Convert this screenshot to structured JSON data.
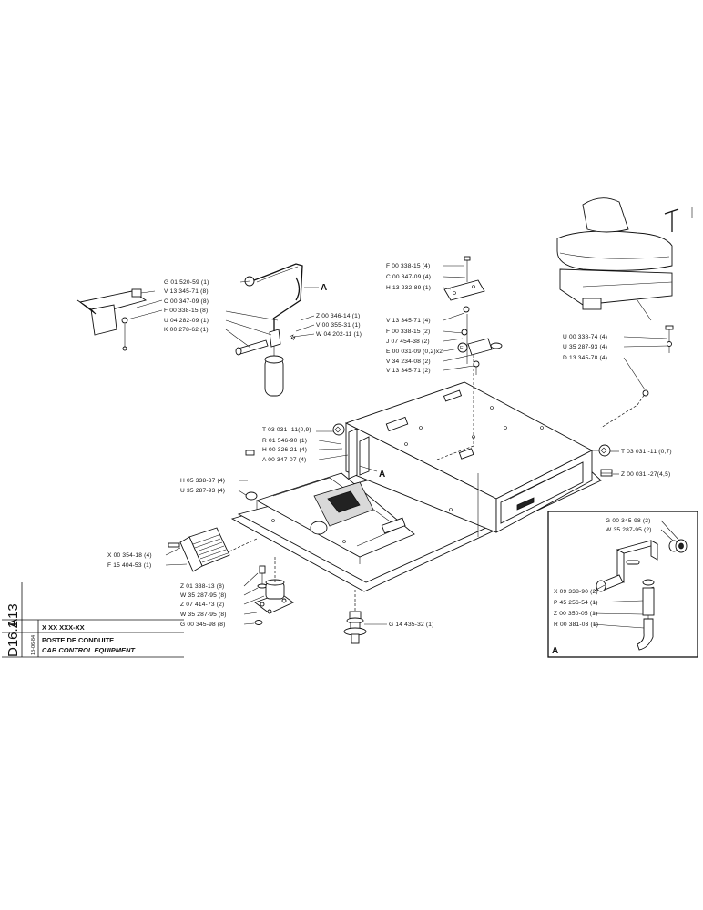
{
  "sheet": {
    "side_code_1": "A13",
    "side_code_2": "D16.1",
    "date": "18-06-84",
    "title_code": "X  XX    XXX-XX",
    "title_fr": "POSTE DE CONDUITE",
    "title_en": "CAB CONTROL EQUIPMENT",
    "callout_letter": "A",
    "detail_letter": "A"
  },
  "labels_pipe": [
    "G 01 520-59 (1)",
    "V 13 345-71 (8)",
    "C 00 347-09 (8)",
    "F 00 338-15 (8)",
    "U 04 282-09 (1)",
    "K 00 278-62 (1)"
  ],
  "labels_pipe_right": [
    "Z 00 346-14 (1)",
    "V 00 355-31 (1)",
    "W 04 202-11 (1)"
  ],
  "labels_plate_top": [
    "F 00 338-15 (4)",
    "C 00 347-09 (4)",
    "H 13 232-89 (1)"
  ],
  "labels_plate_mid": [
    "V 13 345-71 (4)",
    "F 00 338-15 (2)",
    "J 07 454-38 (2)",
    "E 00 031-09 (0,2)x2",
    "V 34 234-08 (2)",
    "V 13 345-71 (2)"
  ],
  "labels_seat": [
    "U 00 338-74 (4)",
    "U 35 287-93 (4)",
    "D 13 345-78 (4)"
  ],
  "labels_center": [
    "T 03 031 -11(0,9)",
    "R 01 546-90 (1)",
    "H 00 326-21 (4)",
    "A 00 347-07 (4)"
  ],
  "labels_right": [
    "T 03 031 -11 (0,7)",
    "Z 00 031 -27(4,5)"
  ],
  "labels_left": [
    "H 05 338-37 (4)",
    "U 35 287-93 (4)"
  ],
  "labels_fan": [
    "X 00 354-18 (4)",
    "F 15 404-53 (1)"
  ],
  "labels_mount": [
    "Z 01 338-13 (8)",
    "W 35 287-95 (8)",
    "Z 07 414-73 (2)",
    "W 35 287-95 (8)",
    "G 00 345-98 (8)"
  ],
  "label_bottom": "G 14 435-32 (1)",
  "labels_detail_top": [
    "G 00 345-98 (2)",
    "W 35 287-95 (2)"
  ],
  "labels_detail_bottom": [
    "X 09 338-90 (2)",
    "P 45 256-54 (1)",
    "Z 00 350-05 (1)",
    "R 00 381-03 (1)"
  ]
}
